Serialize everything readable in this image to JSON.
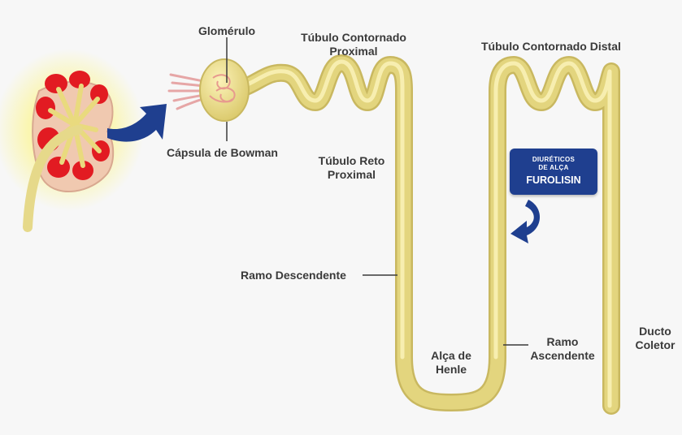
{
  "labels": {
    "glomerulo": "Glomérulo",
    "capsula": "Cápsula de Bowman",
    "tcp": [
      "Túbulo Contornado",
      "Proximal"
    ],
    "trp": [
      "Túbulo Reto",
      "Proximal"
    ],
    "tcd": "Túbulo Contornado Distal",
    "ramo_desc": "Ramo Descendente",
    "alca": [
      "Alça de",
      "Henle"
    ],
    "ramo_asc": [
      "Ramo",
      "Ascendente"
    ],
    "ducto": [
      "Ducto",
      "Coletor"
    ]
  },
  "badge": {
    "line1": "DIURÉTICOS",
    "line2": "DE ALÇA",
    "name": "FUROLISIN"
  },
  "colors": {
    "tubule": "#e3d57e",
    "tubule_highlight": "#f7eeb0",
    "kidney_red": "#e21b22",
    "arrow_blue": "#1f3f8f",
    "label_text": "#3a3a3a"
  },
  "icons": [
    "kidney-icon",
    "arrow-right-icon",
    "curved-arrow-icon"
  ]
}
